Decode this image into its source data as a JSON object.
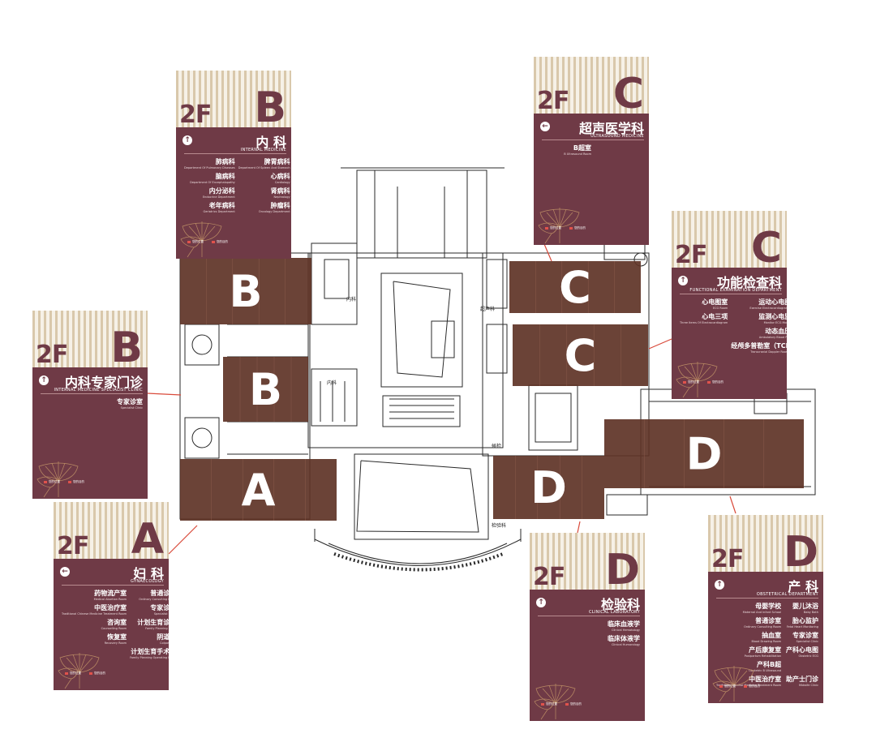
{
  "zones": [
    {
      "label": "B",
      "color": "#5e3326"
    },
    {
      "label": "B",
      "color": "#5e3326"
    },
    {
      "label": "A",
      "color": "#5e3326"
    },
    {
      "label": "C",
      "color": "#5e3326"
    },
    {
      "label": "C",
      "color": "#5e3326"
    },
    {
      "label": "D",
      "color": "#5e3326"
    },
    {
      "label": "D",
      "color": "#5e3326"
    }
  ],
  "plan_labels": {
    "neike": "内科",
    "chaosheng": "超声科",
    "jianyan": "检验科",
    "waiting": "候检"
  },
  "signs": [
    {
      "floor": "2F",
      "zone": "B",
      "dept": "内 科",
      "dept_en": "INTERNAL MEDICINE",
      "arrow": "up",
      "rooms": [
        {
          "zh": "肺病科",
          "en": "Department Of Pulmonary Diseases"
        },
        {
          "zh": "脾胃病科",
          "en": "Department Of Spleen And Stomach"
        },
        {
          "zh": "脑病科",
          "en": "Department Of Encephalopathy"
        },
        {
          "zh": "心病科",
          "en": "Cardiology"
        },
        {
          "zh": "内分泌科",
          "en": "Endocrine Department"
        },
        {
          "zh": "肾病科",
          "en": "Nephrology"
        },
        {
          "zh": "老年病科",
          "en": "Geriatrics Department"
        },
        {
          "zh": "肿瘤科",
          "en": "Oncology Department"
        }
      ]
    },
    {
      "floor": "2F",
      "zone": "C",
      "dept": "超声医学科",
      "dept_en": "ULTRASOUND MEDICINE",
      "arrow": "left",
      "rooms": [
        {
          "zh": "B超室",
          "en": "B Ultrasound Room"
        }
      ]
    },
    {
      "floor": "2F",
      "zone": "C",
      "dept": "功能检查科",
      "dept_en": "FUNCTIONAL EXAMINATION DEPARTMENT",
      "arrow": "up",
      "rooms": [
        {
          "zh": "心电图室",
          "en": "ECG Room"
        },
        {
          "zh": "运动心电图室",
          "en": "Exercise Electrocardiogram Room"
        },
        {
          "zh": "心电三项",
          "en": "Three Items Of Electrocardiogram"
        },
        {
          "zh": "监测心电监护",
          "en": "Monitor ECG Monitoring"
        },
        {
          "zh": "",
          "en": ""
        },
        {
          "zh": "动态血压室",
          "en": "Ambulatory Blood Pressure"
        },
        {
          "zh": "",
          "en": ""
        },
        {
          "zh": "经颅多普勒室（TCD）",
          "en": "Transcranial Doppler Room (TCD)"
        }
      ]
    },
    {
      "floor": "2F",
      "zone": "B",
      "dept": "内科专家门诊",
      "dept_en": "INTERNAL MEDICINE SPECIALIST CLINIC",
      "arrow": "up",
      "rooms": [
        {
          "zh": "",
          "en": ""
        },
        {
          "zh": "专家诊室",
          "en": "Specialist Clinic"
        }
      ]
    },
    {
      "floor": "2F",
      "zone": "A",
      "dept": "妇 科",
      "dept_en": "GYNAECOLOGY",
      "arrow": "left",
      "rooms": [
        {
          "zh": "药物流产室",
          "en": "Medical Abortion Room"
        },
        {
          "zh": "普通诊室",
          "en": "Ordinary Consulting Room"
        },
        {
          "zh": "中医治疗室",
          "en": "Traditional Chinese Medicine Treatment Room"
        },
        {
          "zh": "专家诊室",
          "en": "Specialist Clinic"
        },
        {
          "zh": "咨询室",
          "en": "Counselling Room"
        },
        {
          "zh": "计划生育诊室",
          "en": "Family Planning Clinic"
        },
        {
          "zh": "恢复室",
          "en": "Recovery Room"
        },
        {
          "zh": "阴道镜",
          "en": "Colposcope"
        },
        {
          "zh": "",
          "en": ""
        },
        {
          "zh": "计划生育手术室",
          "en": "Family Planning Operating Room"
        }
      ]
    },
    {
      "floor": "2F",
      "zone": "D",
      "dept": "检验科",
      "dept_en": "CLINICAL LABORATORY",
      "arrow": "up",
      "rooms": [
        {
          "zh": "",
          "en": ""
        },
        {
          "zh": "临床血液学",
          "en": "Clinical Hematology"
        },
        {
          "zh": "",
          "en": ""
        },
        {
          "zh": "临床体液学",
          "en": "Clinical Humorology"
        }
      ]
    },
    {
      "floor": "2F",
      "zone": "D",
      "dept": "产 科",
      "dept_en": "OBSTETRICAL DEPARTMENT",
      "arrow": "up",
      "rooms": [
        {
          "zh": "母婴学校",
          "en": "Maternal And Infant School"
        },
        {
          "zh": "婴儿沐浴",
          "en": "Baby Bath"
        },
        {
          "zh": "普通诊室",
          "en": "Ordinary Consulting Room"
        },
        {
          "zh": "胎心监护",
          "en": "Fetal Heart Monitoring"
        },
        {
          "zh": "抽血室",
          "en": "Blood Drawing Room"
        },
        {
          "zh": "专家诊室",
          "en": "Specialist Clinic"
        },
        {
          "zh": "产后康复室",
          "en": "Postpartum Rehabilitation"
        },
        {
          "zh": "产科心电图",
          "en": "Obstetric ECG"
        },
        {
          "zh": "产科B超",
          "en": "Obstetric B Ultrasound"
        },
        {
          "zh": "",
          "en": ""
        },
        {
          "zh": "中医治疗室",
          "en": "Traditional Chinese Medicine Treatment Room"
        },
        {
          "zh": "助产士门诊",
          "en": "Midwife Clinic"
        }
      ]
    }
  ],
  "legend": {
    "current": "您的位置",
    "target": "您的目的"
  },
  "colors": {
    "sign_bg": "#6f3a46",
    "zone_block": "#5e3326",
    "leader": "#d94a3a",
    "stripe": "#d9c8ab"
  }
}
